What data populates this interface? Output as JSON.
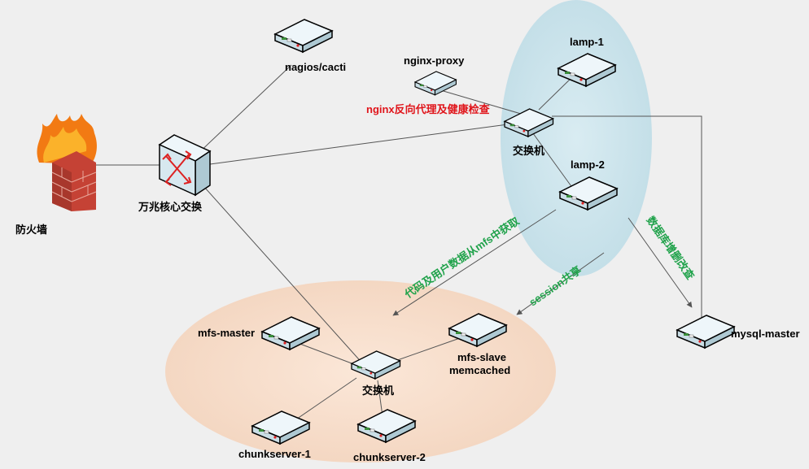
{
  "diagram": {
    "nodes": {
      "firewall": "防火墙",
      "core_switch": "万兆核心交换",
      "nagios": "nagios/cacti",
      "nginx_proxy": "nginx-proxy",
      "lamp1": "lamp-1",
      "switch_top": "交换机",
      "lamp2": "lamp-2",
      "mysql_master": "mysql-master",
      "mfs_master": "mfs-master",
      "mfs_slave_line1": "mfs-slave",
      "mfs_slave_line2": "memcached",
      "switch_bottom": "交换机",
      "chunkserver1": "chunkserver-1",
      "chunkserver2": "chunkserver-2"
    },
    "annotations": {
      "nginx_note": "nginx反向代理及健康检查",
      "mfs_note": "代码及用户数据从mfs中获取",
      "session_note": "session共享",
      "db_note": "数据库增删改查"
    },
    "colors": {
      "background": "#efefef",
      "web_zone": "#cfe6ee",
      "storage_zone": "#f7dcc8",
      "line": "#555555",
      "red_text": "#e0151b",
      "green_text": "#1fa24a",
      "device_top": "#e8f3f8",
      "device_side": "#b9d3dc"
    }
  }
}
